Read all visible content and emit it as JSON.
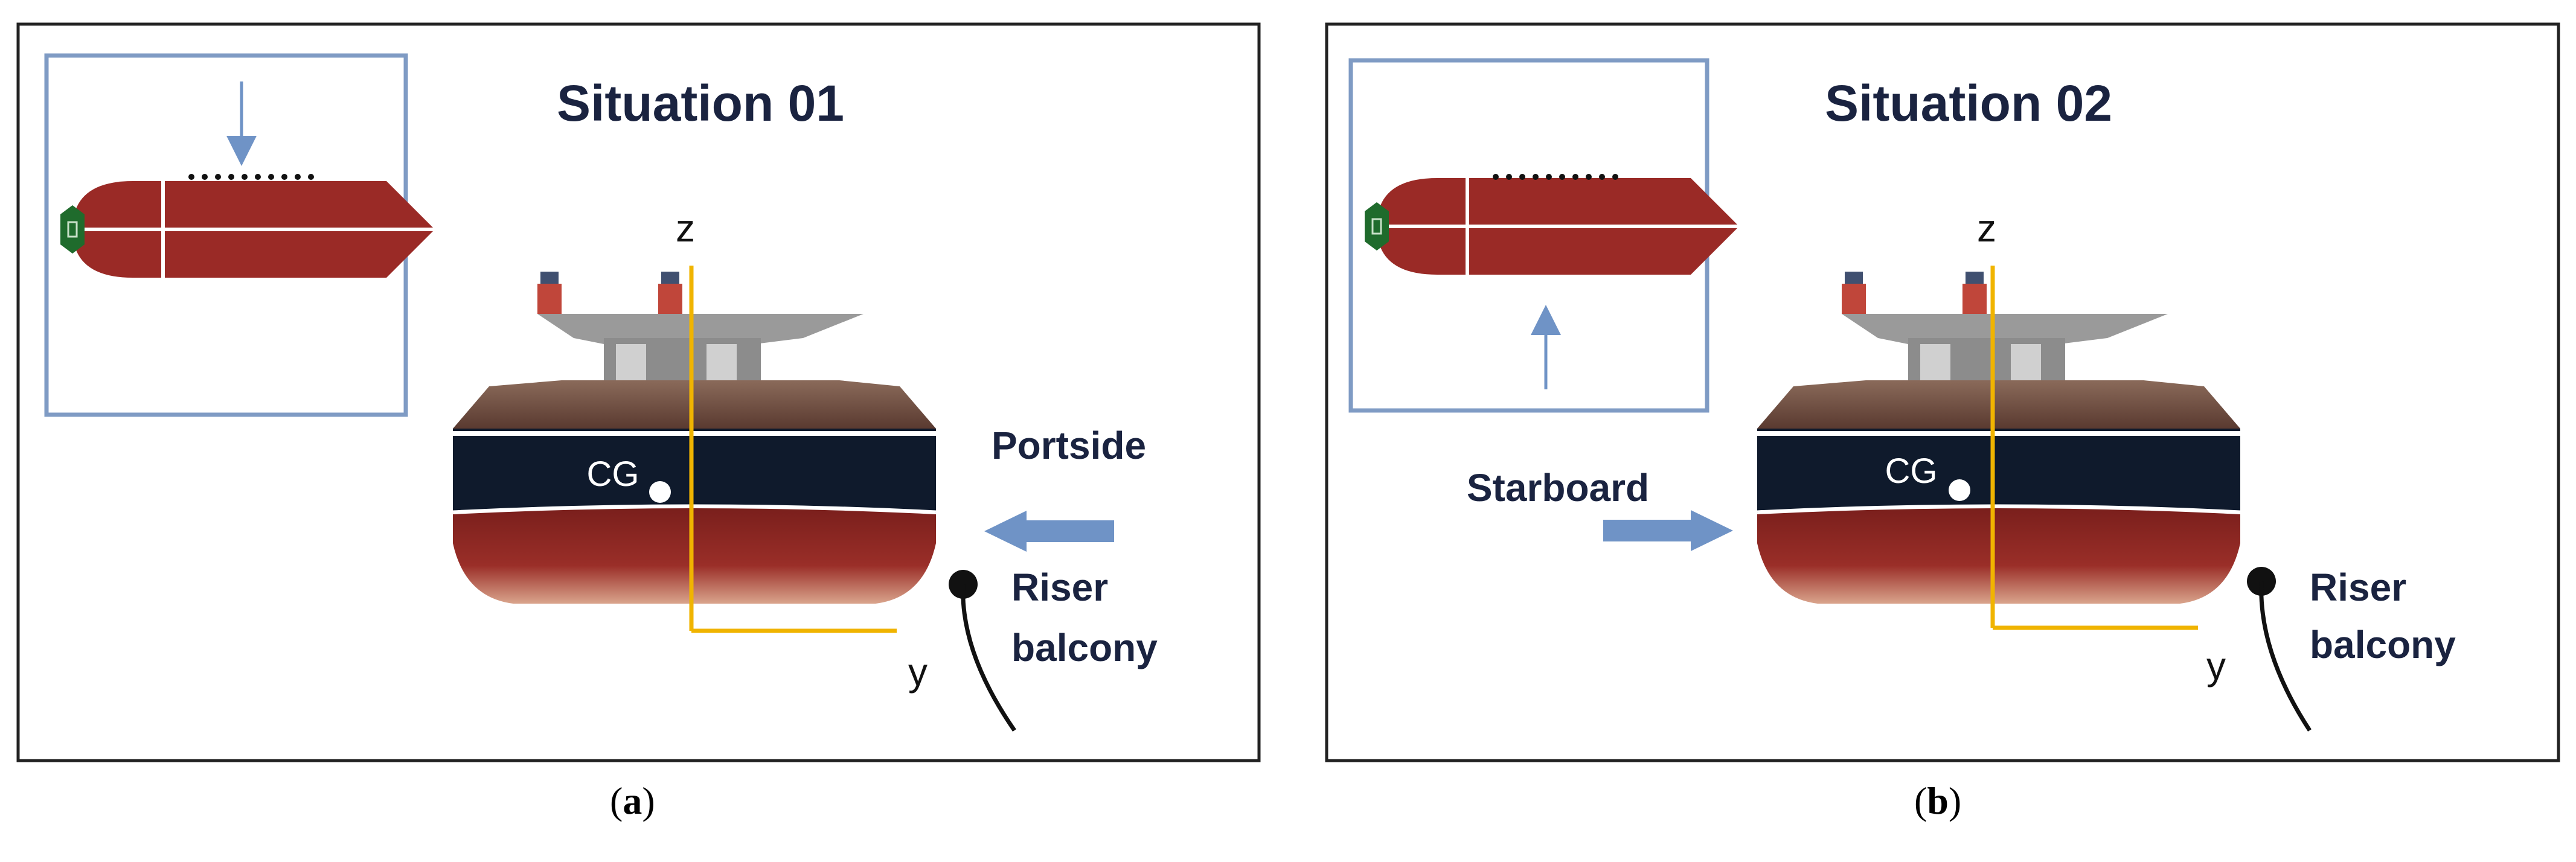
{
  "panels": [
    {
      "id": "a",
      "title": "Situation 01",
      "side_label": "Portside",
      "riser_label_line1": "Riser",
      "riser_label_line2": "balcony",
      "cg_label": "CG",
      "axis_z": "z",
      "axis_y": "y",
      "caption_open": "(",
      "caption_letter": "a",
      "caption_close": ")"
    },
    {
      "id": "b",
      "title": "Situation 02",
      "side_label": "Starboard",
      "riser_label_line1": "Riser",
      "riser_label_line2": "balcony",
      "cg_label": "CG",
      "axis_z": "z",
      "axis_y": "y",
      "caption_open": "(",
      "caption_letter": "b",
      "caption_close": ")"
    }
  ],
  "colors": {
    "hull_top": "#0f1a2c",
    "hull_bottom": "#8e2420",
    "plan_hull": "#9a2a26",
    "turret": "#1f6b2c",
    "arrow": "#6f93c6",
    "axis": "#f0b400",
    "inset_border": "#7f9bc4"
  }
}
